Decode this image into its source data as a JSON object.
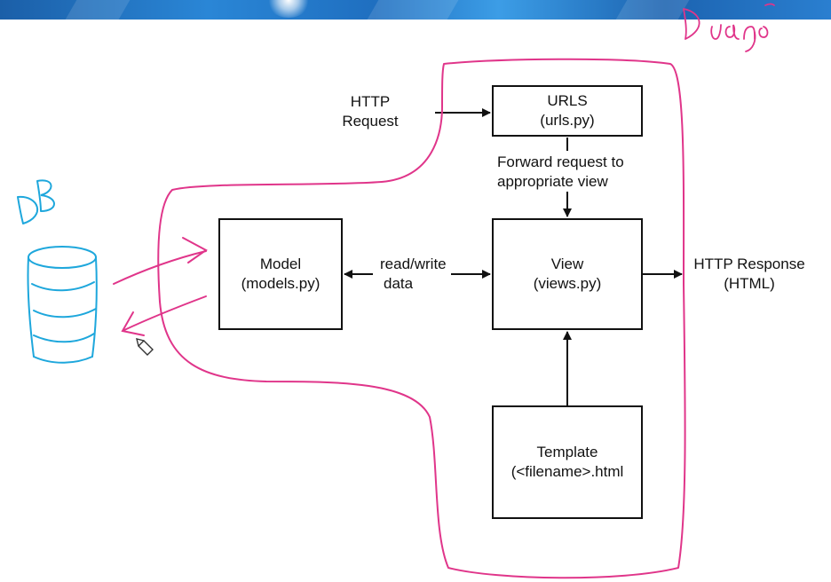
{
  "diagram": {
    "http_request": [
      "HTTP",
      "Request"
    ],
    "urls_box": [
      "URLS",
      "(urls.py)"
    ],
    "forward_label": [
      "Forward request to",
      "appropriate view"
    ],
    "model_box": [
      "Model",
      "(models.py)"
    ],
    "read_write_label": [
      "read/write",
      "data"
    ],
    "view_box": [
      "View",
      "(views.py)"
    ],
    "http_response": [
      "HTTP Response",
      "(HTML)"
    ],
    "template_box": [
      "Template",
      "(<filename>.html"
    ]
  },
  "annotations": {
    "db_label": "DB",
    "django_label": "Django"
  },
  "colors": {
    "ink": "#111111",
    "pink_annotation": "#e0358a",
    "blue_annotation": "#1ea7dc",
    "banner_blue": "#2a86d6"
  }
}
